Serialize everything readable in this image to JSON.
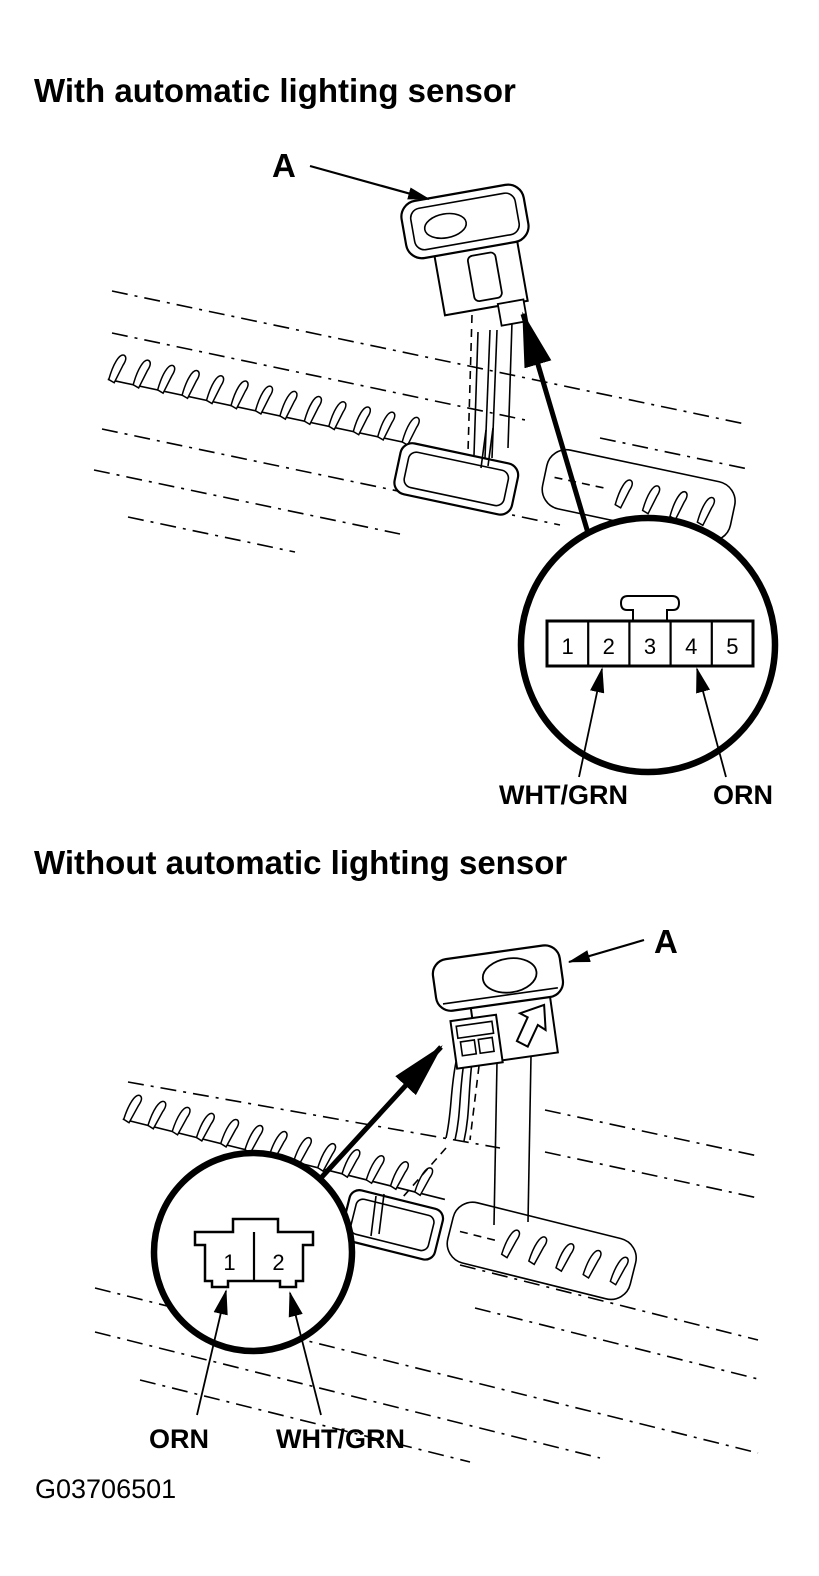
{
  "figure_id": "G03706501",
  "colors": {
    "ink": "#000000",
    "background": "#ffffff"
  },
  "sections": [
    {
      "title": "With automatic lighting sensor",
      "callout": "A",
      "connector": {
        "type": "5-pin",
        "pins": [
          "1",
          "2",
          "3",
          "4",
          "5"
        ]
      },
      "wire_labels": [
        {
          "text": "WHT/GRN",
          "pin": "2"
        },
        {
          "text": "ORN",
          "pin": "4"
        }
      ]
    },
    {
      "title": "Without automatic lighting sensor",
      "callout": "A",
      "connector": {
        "type": "2-pin",
        "pins": [
          "1",
          "2"
        ]
      },
      "wire_labels": [
        {
          "text": "ORN",
          "pin": "1"
        },
        {
          "text": "WHT/GRN",
          "pin": "2"
        }
      ]
    }
  ]
}
